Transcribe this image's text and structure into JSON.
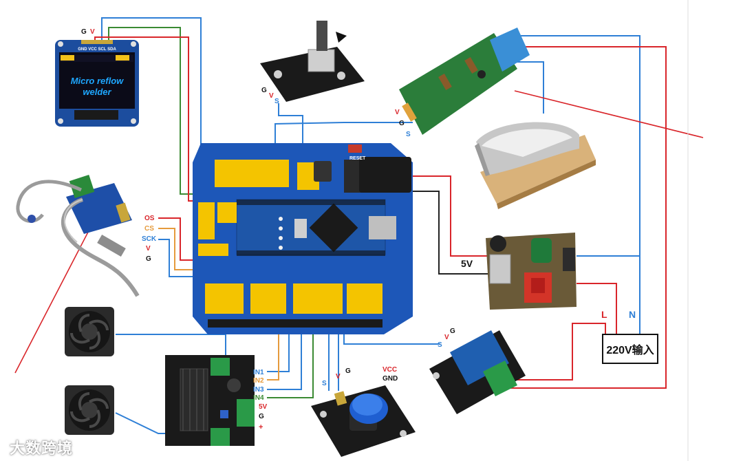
{
  "oled": {
    "pins_label": "GND VCC SCL SDA",
    "screen_line1": "Micro reflow",
    "screen_line2": "welder",
    "pin_g": "G",
    "pin_v": "V"
  },
  "encoder": {
    "pin_g": "G",
    "pin_v": "V",
    "pin_s": "S"
  },
  "ssr": {
    "pin_v": "V",
    "pin_g": "G",
    "pin_s": "S"
  },
  "thermo": {
    "pin_os": "OS",
    "pin_cs": "CS",
    "pin_sck": "SCK",
    "pin_v": "V",
    "pin_g": "G"
  },
  "shield": {
    "reset": "RESET"
  },
  "psu": {
    "out_label": "5V"
  },
  "mains": {
    "label": "220V输入",
    "l": "L",
    "n": "N"
  },
  "driver": {
    "in1": "IN1",
    "in2": "IN2",
    "in3": "IN3",
    "in4": "IN4",
    "v5": "5V",
    "g": "G",
    "plus": "+"
  },
  "button": {
    "s": "S",
    "v": "V",
    "g": "G",
    "vcc": "VCC",
    "gnd": "GND"
  },
  "relay": {
    "g": "G",
    "v": "V",
    "s": "S"
  },
  "watermark": {
    "text": "大数跨境"
  },
  "colors": {
    "red_wire": "#d9252a",
    "blue_wire": "#2e7fd6",
    "green_wire": "#3a8a32",
    "orange_wire": "#e59a3c",
    "board_blue": "#1d57b8",
    "header_yellow": "#f4c400"
  }
}
